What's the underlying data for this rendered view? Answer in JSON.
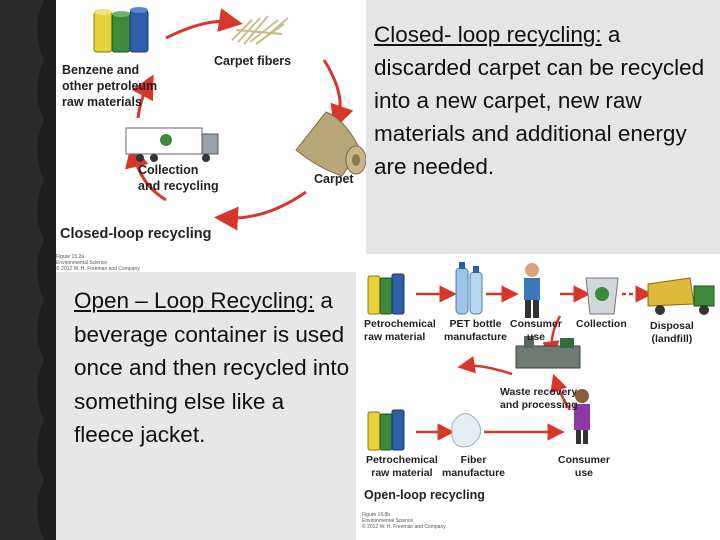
{
  "closed_loop_text": {
    "heading": "Closed- loop recycling:",
    "body": "a discarded carpet can be recycled into a new carpet, new raw materials and additional energy are needed."
  },
  "open_loop_text": {
    "heading": "Open – Loop Recycling:",
    "body": "a beverage container is used once and then recycled into something else like a fleece jacket."
  },
  "closed_loop_figure": {
    "title": "Closed-loop recycling",
    "labels": {
      "raw": [
        "Benzene and",
        "other petroleum",
        "raw materials"
      ],
      "fibers": "Carpet fibers",
      "carpet": "Carpet",
      "collection": [
        "Collection",
        "and recycling"
      ]
    },
    "credit": [
      "Figure 15.2a",
      "Environmental Science",
      "© 2012 W. H. Freeman and Company"
    ]
  },
  "open_loop_figure": {
    "title": "Open-loop recycling",
    "labels": {
      "petro1": [
        "Petrochemical",
        "raw material"
      ],
      "pet": [
        "PET bottle",
        "manufacture"
      ],
      "consumer_use_top": [
        "Consumer",
        "use"
      ],
      "collection": "Collection",
      "disposal": [
        "Disposal",
        "(landfill)"
      ],
      "waste": [
        "Waste recovery",
        "and processing"
      ],
      "petro2": [
        "Petrochemical",
        "raw material"
      ],
      "fiber": [
        "Fiber",
        "manufacture"
      ],
      "consumer_use_bottom": [
        "Consumer",
        "use"
      ]
    },
    "credit": [
      "Figure 16.8b",
      "Environmental Science",
      "© 2012 W. H. Freeman and Company"
    ]
  },
  "colors": {
    "arrow_red": "#d9362b",
    "drum_yellow": "#e8d23a",
    "drum_green": "#3d8a3b",
    "drum_blue": "#2f5ea8",
    "dark_edge": "#1f1f1f",
    "panel_grey": "#e5e5e5"
  }
}
